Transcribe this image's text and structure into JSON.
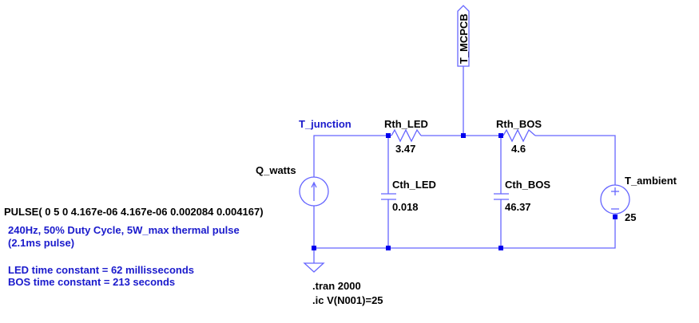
{
  "net_labels": {
    "t_junction": "T_junction",
    "t_mcpcb": "T_MCPCB"
  },
  "components": {
    "rth_led": {
      "name": "Rth_LED",
      "value": "3.47"
    },
    "rth_bos": {
      "name": "Rth_BOS",
      "value": "4.6"
    },
    "cth_led": {
      "name": "Cth_LED",
      "value": "0.018"
    },
    "cth_bos": {
      "name": "Cth_BOS",
      "value": "46.37"
    },
    "q_watts": {
      "name": "Q_watts",
      "value": "PULSE( 0 5 0 4.167e-06 4.167e-06 0.002084 0.004167)"
    },
    "t_ambient": {
      "name": "T_ambient",
      "value": "25"
    }
  },
  "comments": {
    "line1": "240Hz, 50% Duty Cycle, 5W_max thermal pulse",
    "line2": "(2.1ms pulse)",
    "line3": "LED time constant = 62 millisseconds",
    "line4": "BOS time constant = 213 seconds"
  },
  "directives": {
    "tran": ".tran 2000",
    "ic": ".ic V(N001)=25"
  },
  "colors": {
    "wire": "#6666ff",
    "node": "#0000ee",
    "comment": "#1a1acc"
  }
}
